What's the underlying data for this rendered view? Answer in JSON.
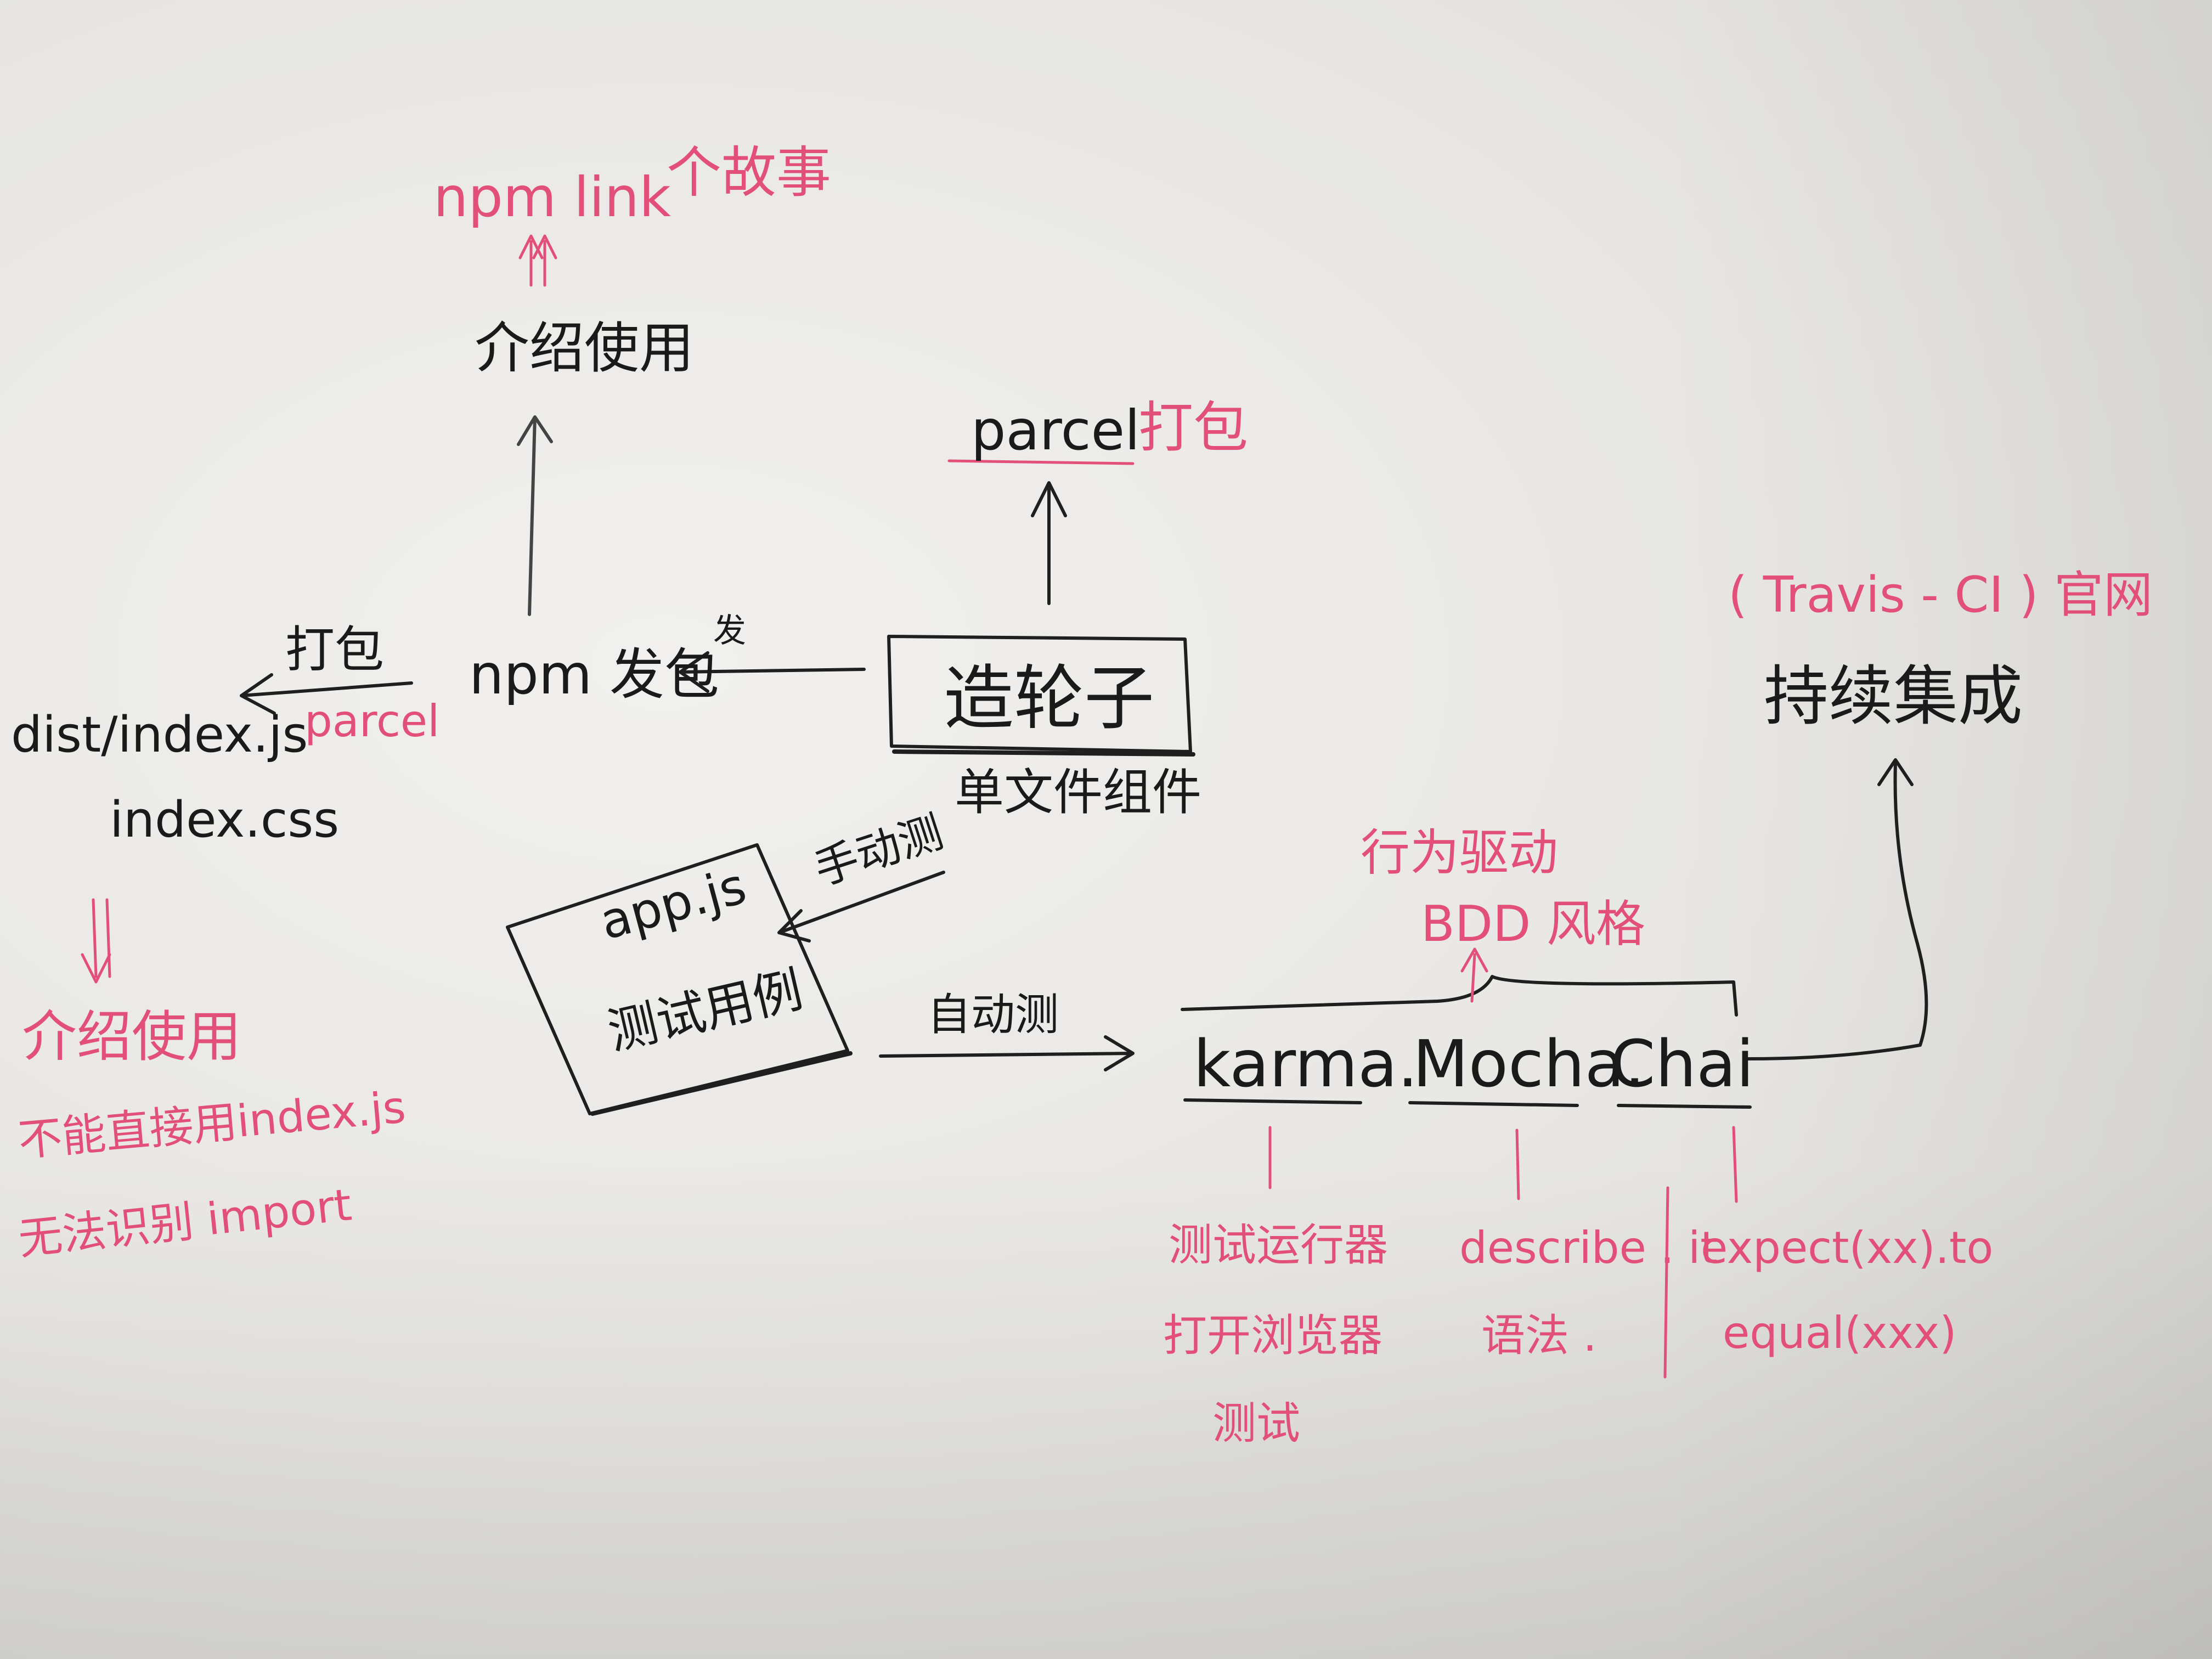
{
  "colors": {
    "ink": "#1a1a1a",
    "pink": "#e2507a",
    "paper": "#eceae7"
  },
  "center": {
    "title": "造轮子",
    "subtitle": "单文件组件"
  },
  "parcel_top": {
    "word": "parcel",
    "suffix": "打包"
  },
  "left_chain": {
    "npm_pack": "npm 发包",
    "arrow_label": "发",
    "intro_use": "介绍使用",
    "npm_link": "npm link",
    "story": "个故事"
  },
  "dist": {
    "pack_label": "打包",
    "parcel_label": "parcel",
    "line1": "dist/index.js",
    "line2": "index.css",
    "intro": "介绍使用",
    "note1": "不能直接用index.js",
    "note2": "无法识别 import"
  },
  "app": {
    "line1": "app.js",
    "line2": "测试用例",
    "manual": "手动测",
    "auto": "自动测"
  },
  "tools": {
    "karma": "karma.",
    "mocha": "Mocha.",
    "chai": "Chai",
    "bdd1": "行为驱动",
    "bdd2": "BDD 风格",
    "karma_note": [
      "测试运行器",
      "打开浏览器",
      "测试"
    ],
    "mocha_note": [
      "describe . it",
      "语法 ."
    ],
    "chai_note": [
      "expect(xx).to",
      "equal(xxx)"
    ]
  },
  "ci": {
    "site": "( Travis - CI ) 官网",
    "label": "持续集成"
  }
}
